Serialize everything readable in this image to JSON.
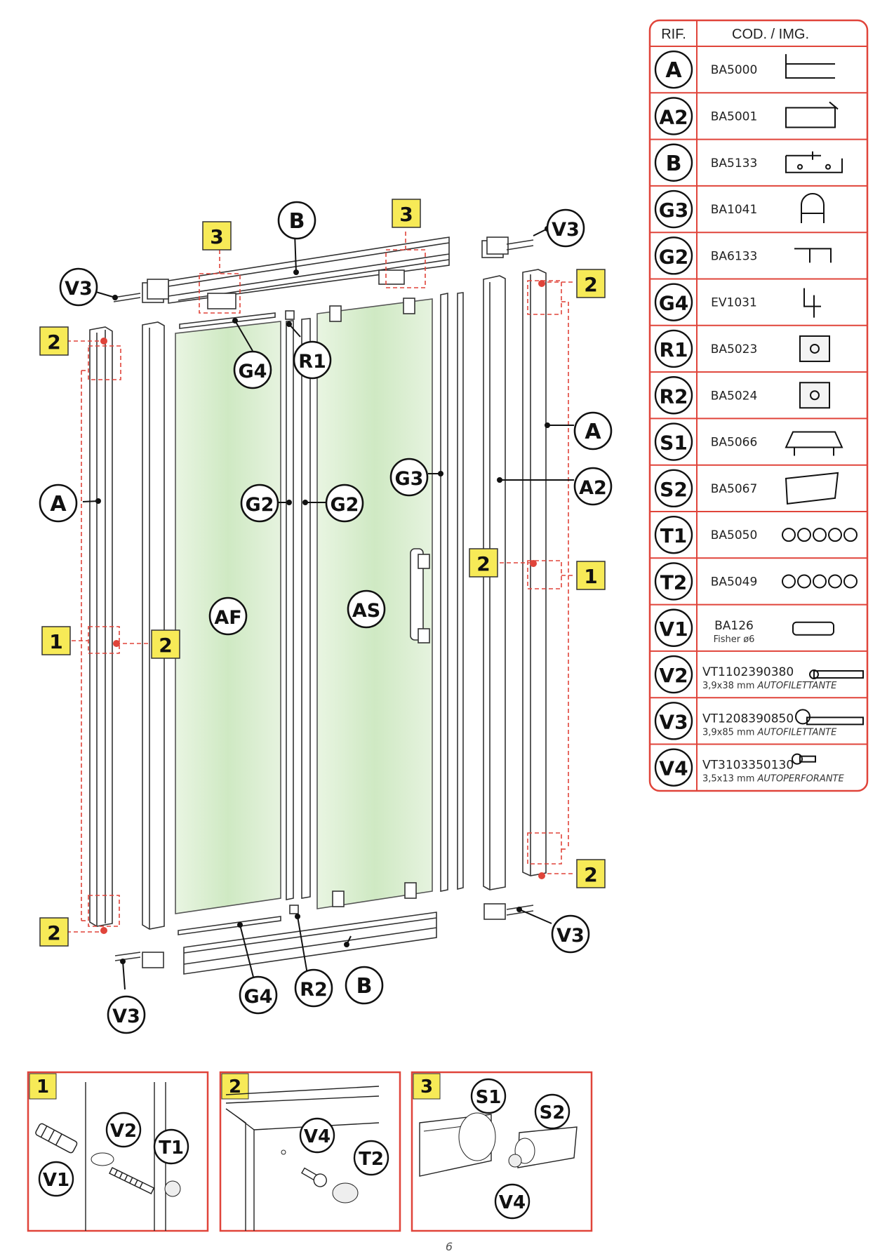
{
  "table": {
    "header_ref": "RIF.",
    "header_code": "COD. / IMG.",
    "rows": [
      {
        "ref": "A",
        "code": "BA5000",
        "icon": "profile-a-icon"
      },
      {
        "ref": "A2",
        "code": "BA5001",
        "icon": "profile-a2-icon"
      },
      {
        "ref": "B",
        "code": "BA5133",
        "icon": "rail-b-icon"
      },
      {
        "ref": "G3",
        "code": "BA1041",
        "icon": "gasket-g3-icon"
      },
      {
        "ref": "G2",
        "code": "BA6133",
        "icon": "gasket-g2-icon"
      },
      {
        "ref": "G4",
        "code": "EV1031",
        "icon": "gasket-g4-icon"
      },
      {
        "ref": "R1",
        "code": "BA5023",
        "icon": "block-r1-icon"
      },
      {
        "ref": "R2",
        "code": "BA5024",
        "icon": "block-r2-icon"
      },
      {
        "ref": "S1",
        "code": "BA5066",
        "icon": "slider-s1-icon"
      },
      {
        "ref": "S2",
        "code": "BA5067",
        "icon": "slider-s2-icon"
      },
      {
        "ref": "T1",
        "code": "BA5050",
        "icon": "caps-t1-icon"
      },
      {
        "ref": "T2",
        "code": "BA5049",
        "icon": "caps-t2-icon"
      },
      {
        "ref": "V1",
        "code": "BA126",
        "sub": "Fisher ø6",
        "icon": "anchor-v1-icon"
      },
      {
        "ref": "V2",
        "code": "VT1102390380",
        "sub": "3,9x38 mm",
        "sub_i": "AUTOFILETTANTE",
        "icon": "screw-v2-icon"
      },
      {
        "ref": "V3",
        "code": "VT1208390850",
        "sub": "3,9x85 mm",
        "sub_i": "AUTOFILETTANTE",
        "icon": "screw-v3-icon"
      },
      {
        "ref": "V4",
        "code": "VT3103350130",
        "sub": "3,5x13 mm",
        "sub_i": "AUTOPERFORANTE",
        "icon": "screw-v4-icon"
      }
    ]
  },
  "callouts": {
    "B_top": "B",
    "B_bottom": "B",
    "V3_tl": "V3",
    "V3_tr": "V3",
    "V3_br": "V3",
    "V3_bl": "V3",
    "G4_top": "G4",
    "G4_bottom": "G4",
    "R1": "R1",
    "R2": "R2",
    "A_left": "A",
    "A_right": "A",
    "A2": "A2",
    "G2_left": "G2",
    "G2_right": "G2",
    "G3": "G3",
    "AF": "AF",
    "AS": "AS"
  },
  "markers": {
    "three": "3",
    "two": "2",
    "one": "1"
  },
  "details": {
    "d1": {
      "number": "1",
      "labels": [
        "V1",
        "V2",
        "T1"
      ]
    },
    "d2": {
      "number": "2",
      "labels": [
        "V4",
        "T2"
      ]
    },
    "d3": {
      "number": "3",
      "labels": [
        "S1",
        "S2",
        "V4"
      ]
    }
  },
  "page_number": "6",
  "colors": {
    "accent_red": "#e0443a",
    "marker_yellow": "#f7ea57",
    "glass": "#d9efcf"
  }
}
